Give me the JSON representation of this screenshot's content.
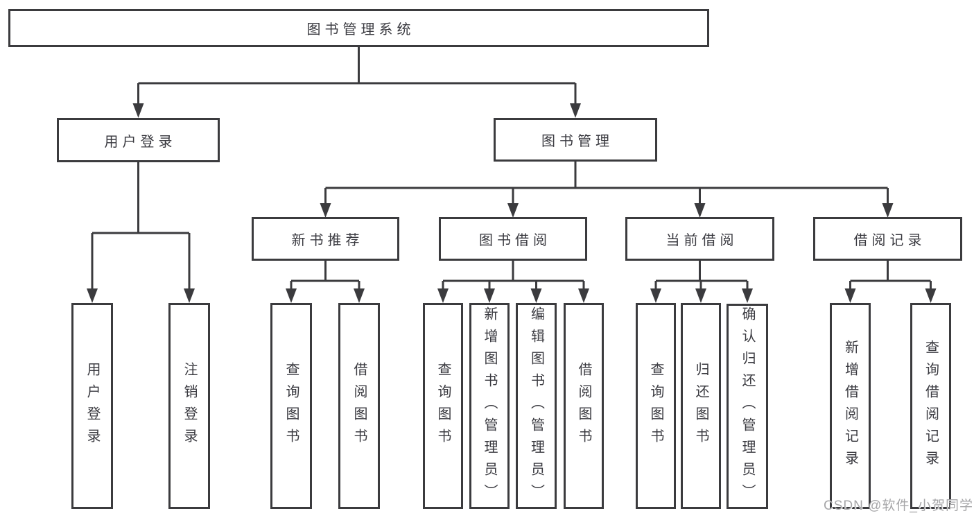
{
  "diagram": {
    "type": "hierarchy",
    "tree": {
      "label": "图书管理系统",
      "children": [
        {
          "label": "用户登录",
          "children": [
            {
              "label": "用户登录"
            },
            {
              "label": "注销登录"
            }
          ]
        },
        {
          "label": "图书管理",
          "children": [
            {
              "label": "新书推荐",
              "children": [
                {
                  "label": "查询图书"
                },
                {
                  "label": "借阅图书"
                }
              ]
            },
            {
              "label": "图书借阅",
              "children": [
                {
                  "label": "查询图书"
                },
                {
                  "label": "新增图书（管理员）"
                },
                {
                  "label": "编辑图书（管理员）"
                },
                {
                  "label": "借阅图书"
                }
              ]
            },
            {
              "label": "当前借阅",
              "children": [
                {
                  "label": "查询图书"
                },
                {
                  "label": "归还图书"
                },
                {
                  "label": "确认归还（管理员）"
                }
              ]
            },
            {
              "label": "借阅记录",
              "children": [
                {
                  "label": "新增借阅记录"
                },
                {
                  "label": "查询借阅记录"
                }
              ]
            }
          ]
        }
      ]
    },
    "colors": {
      "line": "#3b3b3e",
      "text": "#3a3a40",
      "watermark": "#a6a6a8",
      "background": "#ffffff"
    }
  },
  "watermark": "CSDN @软件_小贺同学"
}
